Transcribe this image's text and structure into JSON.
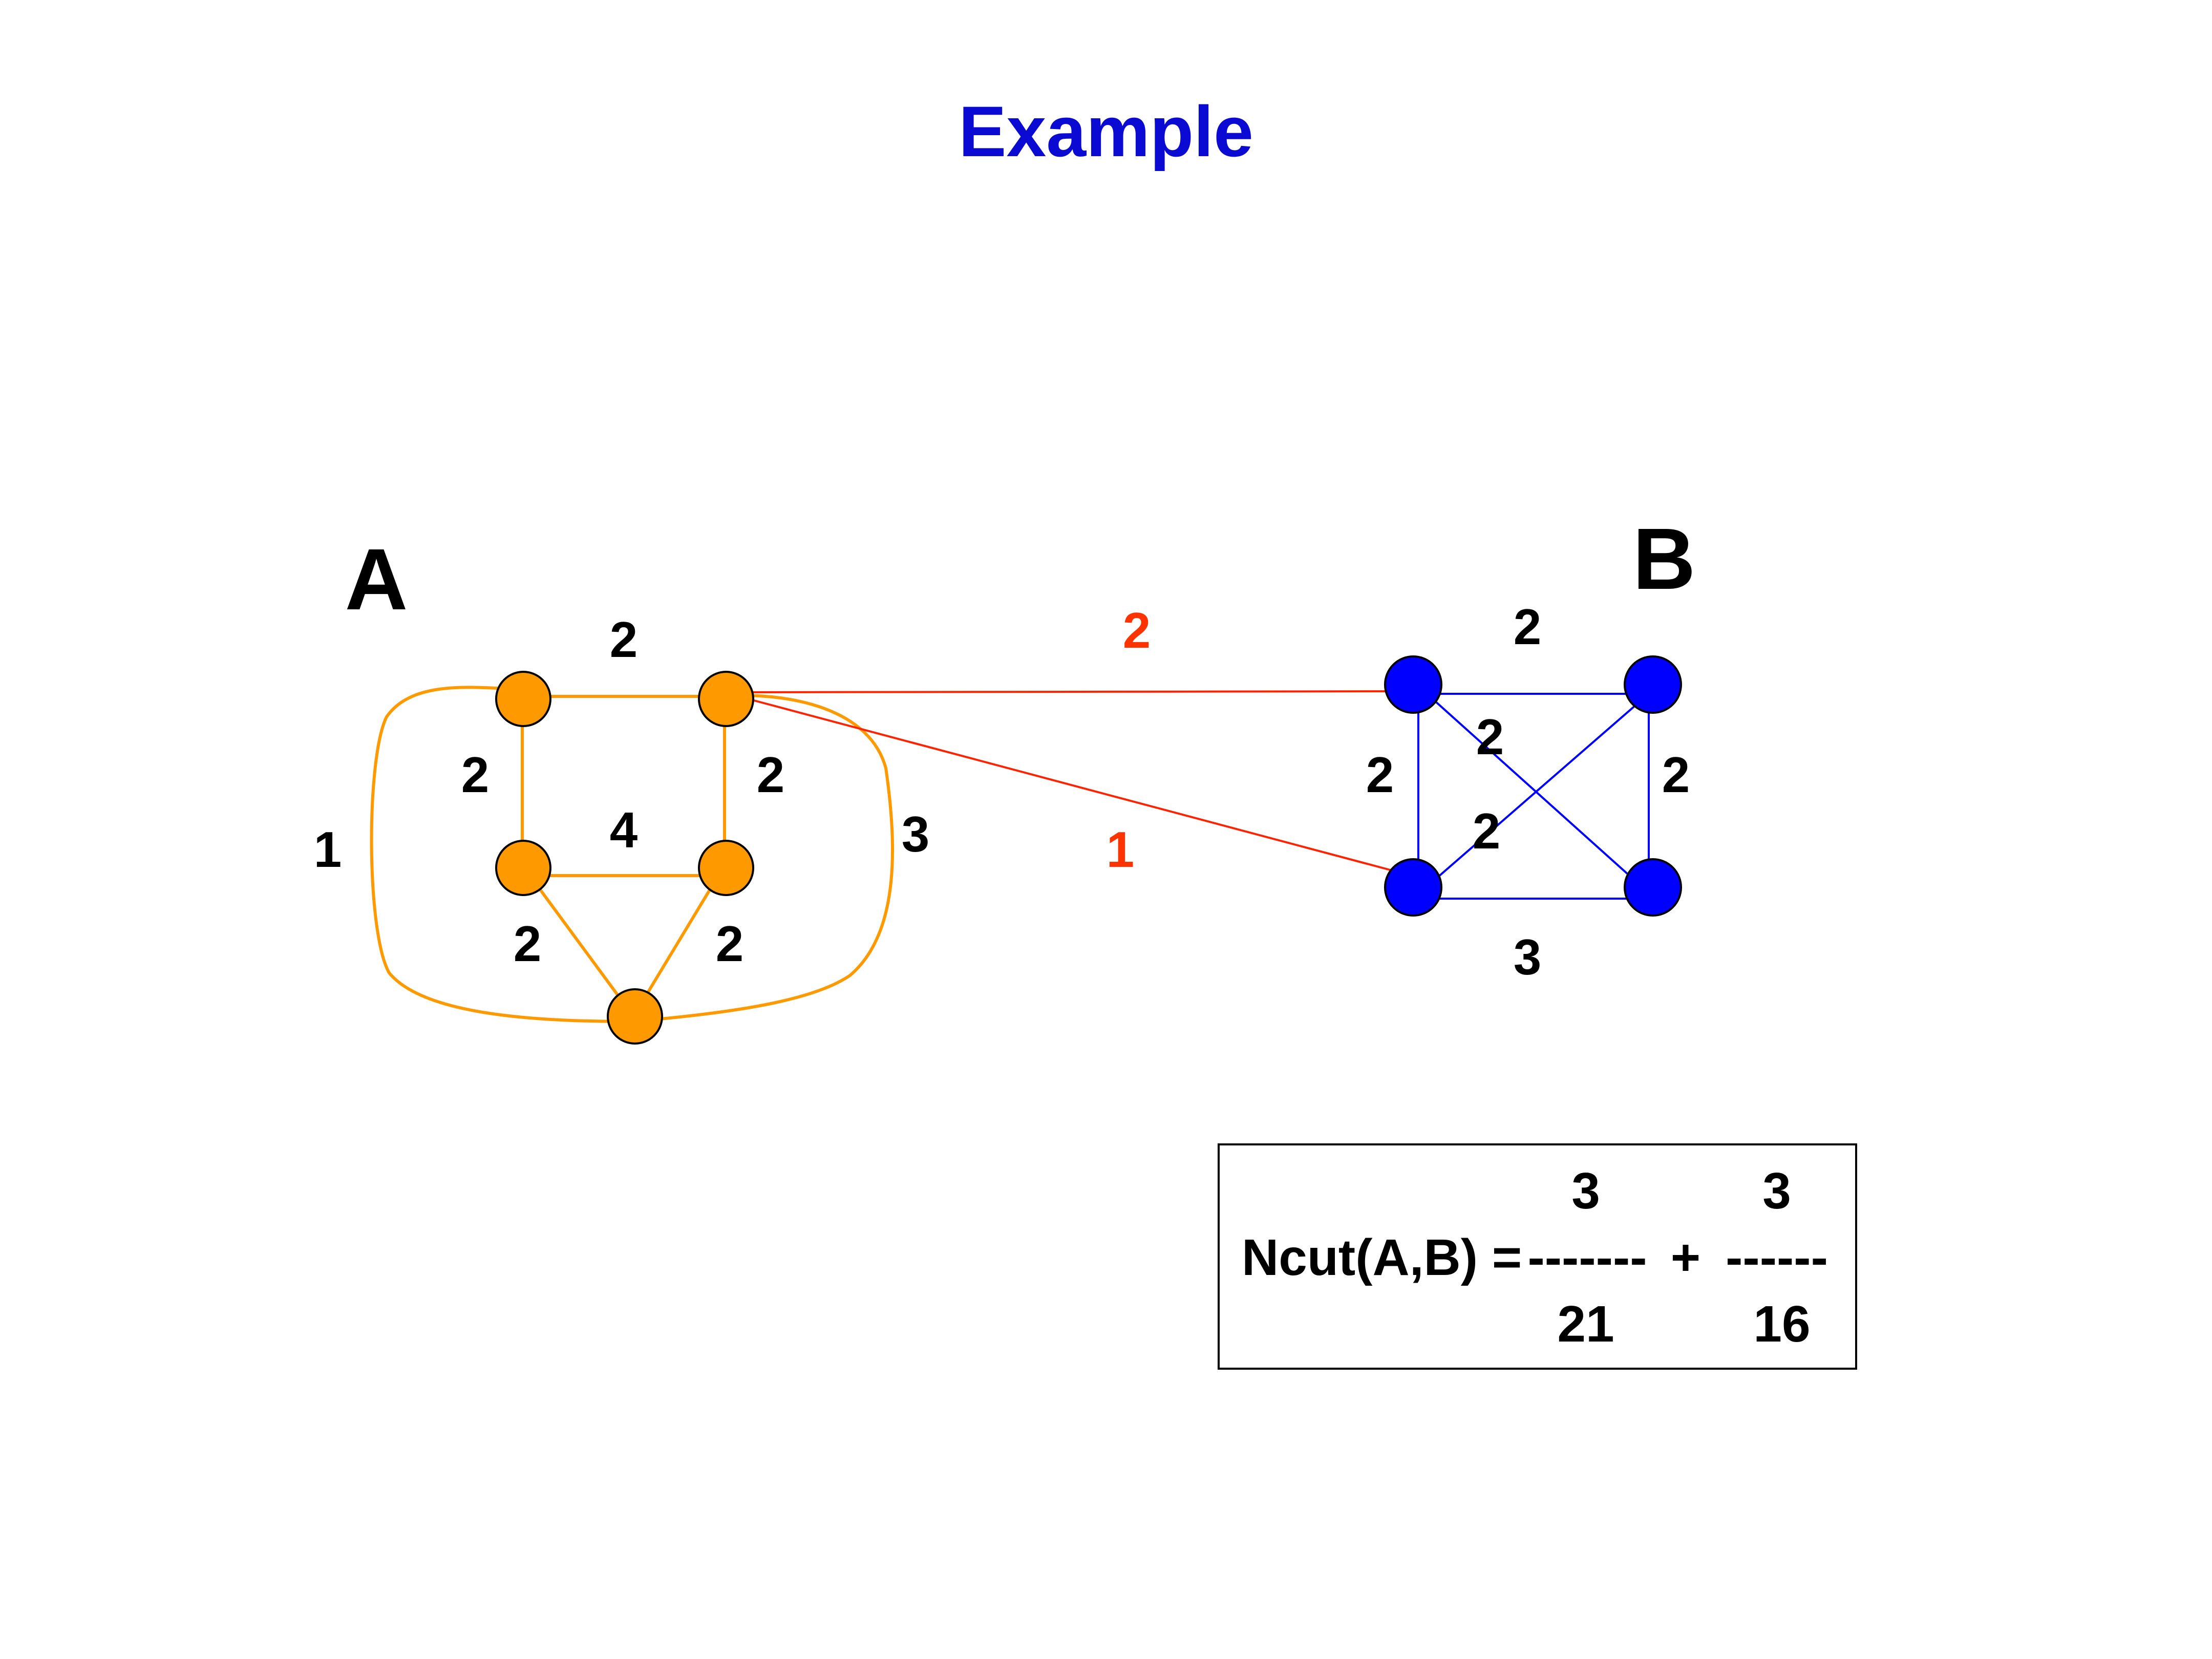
{
  "title": "Example",
  "colors": {
    "title": "#0a0ad2",
    "set_a_node": "#ff9900",
    "set_a_edge": "#ff9900",
    "set_b_node": "#0000ff",
    "set_b_edge": "#0000ff",
    "cut_edge": "#ff2200",
    "cut_label": "#ff3300",
    "text": "#000000"
  },
  "sets": {
    "a_label": "A",
    "b_label": "B"
  },
  "weights": {
    "a_top": "2",
    "a_left": "2",
    "a_right": "2",
    "a_middle": "4",
    "a_lower_left": "2",
    "a_lower_right": "2",
    "a_outer_left": "1",
    "a_outer_right": "3",
    "cut_top": "2",
    "cut_bottom": "1",
    "b_top": "2",
    "b_left": "2",
    "b_right": "2",
    "b_diag_upper": "2",
    "b_diag_lower": "2",
    "b_bottom": "3"
  },
  "formula": {
    "lhs": "Ncut(A,B) =",
    "num1": "3",
    "num2": "3",
    "bar1": "-------",
    "plus": "+",
    "bar2": "------",
    "den1": "21",
    "den2": "16"
  }
}
